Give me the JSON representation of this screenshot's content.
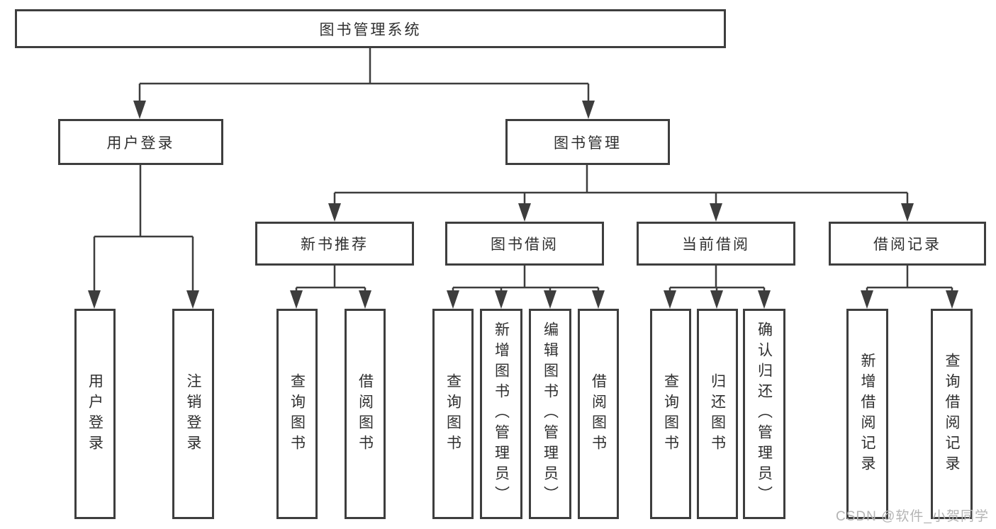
{
  "root": {
    "label": "图书管理系统"
  },
  "level2": [
    {
      "label": "用户登录"
    },
    {
      "label": "图书管理"
    }
  ],
  "level3": [
    {
      "label": "新书推荐"
    },
    {
      "label": "图书借阅"
    },
    {
      "label": "当前借阅"
    },
    {
      "label": "借阅记录"
    }
  ],
  "leaves": {
    "user_login": [
      {
        "label": "用户登录"
      },
      {
        "label": "注销登录"
      }
    ],
    "new_books": [
      {
        "label": "查询图书"
      },
      {
        "label": "借阅图书"
      }
    ],
    "book_borrow": [
      {
        "label": "查询图书"
      },
      {
        "label": "新增图书（管理员）"
      },
      {
        "label": "编辑图书（管理员）"
      },
      {
        "label": "借阅图书"
      }
    ],
    "current_borrow": [
      {
        "label": "查询图书"
      },
      {
        "label": "归还图书"
      },
      {
        "label": "确认归还（管理员）"
      }
    ],
    "borrow_records": [
      {
        "label": "新增借阅记录"
      },
      {
        "label": "查询借阅记录"
      }
    ]
  },
  "watermark": {
    "text": "CSDN @软件_小贺同学"
  },
  "colors": {
    "line": "#3d3d3d",
    "border": "#3e3e3e",
    "text": "#2f2f2f",
    "watermark": "#b4b4b4",
    "background": "#ffffff"
  }
}
